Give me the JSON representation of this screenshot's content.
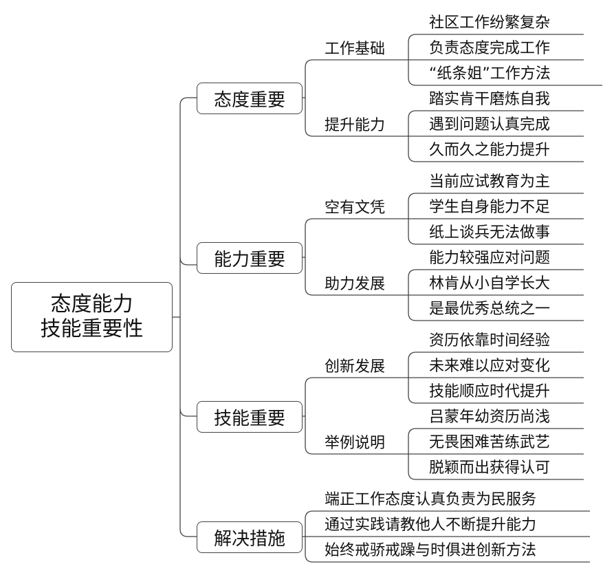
{
  "root": {
    "line1": "态度能力",
    "line2": "技能重要性"
  },
  "branches": [
    {
      "label": "态度重要",
      "subs": [
        {
          "label": "工作基础",
          "leaves": [
            "社区工作纷繁复杂",
            "负责态度完成工作",
            "“纸条姐”工作方法"
          ]
        },
        {
          "label": "提升能力",
          "leaves": [
            "踏实肯干磨炼自我",
            "遇到问题认真完成",
            "久而久之能力提升"
          ]
        }
      ]
    },
    {
      "label": "能力重要",
      "subs": [
        {
          "label": "空有文凭",
          "leaves": [
            "当前应试教育为主",
            "学生自身能力不足",
            "纸上谈兵无法做事"
          ]
        },
        {
          "label": "助力发展",
          "leaves": [
            "能力较强应对问题",
            "林肯从小自学长大",
            "是最优秀总统之一"
          ]
        }
      ]
    },
    {
      "label": "技能重要",
      "subs": [
        {
          "label": "创新发展",
          "leaves": [
            "资历依靠时间经验",
            "未来难以应对变化",
            "技能顺应时代提升"
          ]
        },
        {
          "label": "举例说明",
          "leaves": [
            "吕蒙年幼资历尚浅",
            "无畏困难苦练武艺",
            "脱颖而出获得认可"
          ]
        }
      ]
    },
    {
      "label": "解决措施",
      "items": [
        "端正工作态度认真负责为民服务",
        "通过实践请教他人不断提升能力",
        "始终戒骄戒躁与时俱进创新方法"
      ]
    }
  ]
}
